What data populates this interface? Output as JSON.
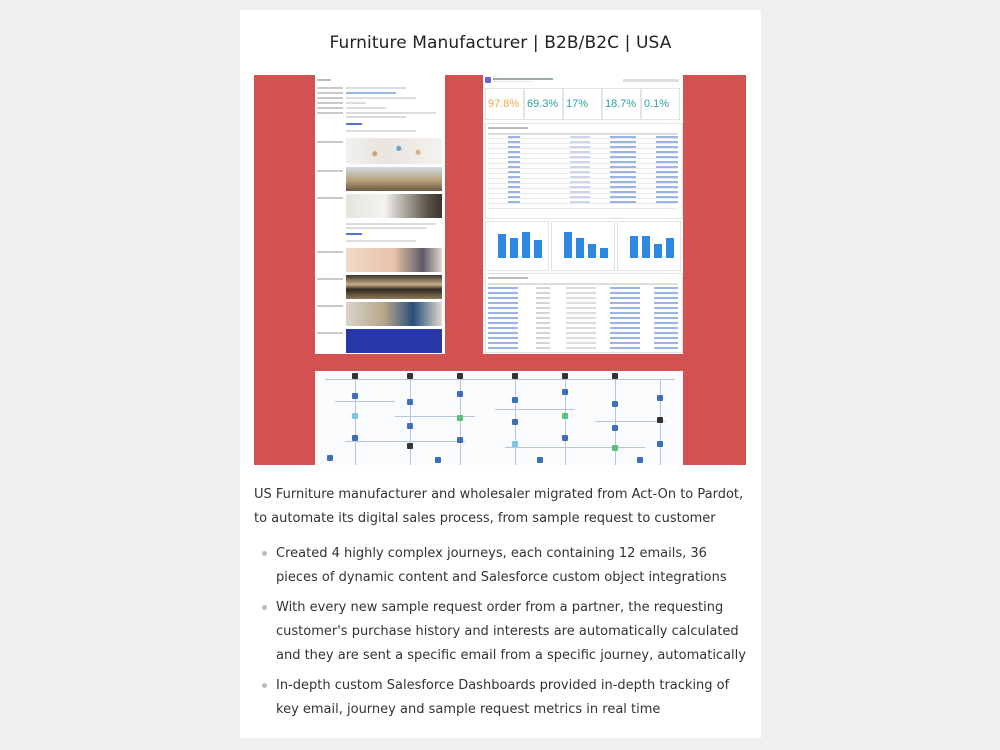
{
  "page": {
    "title": "Furniture Manufacturer | B2B/B2C | USA",
    "description": "US Furniture manufacturer and wholesaler migrated from Act-On to Pardot, to automate its digital sales process, from sample request to customer",
    "bullets": [
      "Created 4 highly complex journeys, each containing 12 emails, 36 pieces of dynamic content and Salesforce custom object integrations",
      "With every new sample request order from a partner, the requesting customer's purchase history and interests are automatically calculated and they are sent a specific email from a specific journey, automatically",
      "In-depth custom Salesforce Dashboards provided in-depth tracking of key email, journey and sample request metrics in real time"
    ]
  },
  "hero": {
    "background": "#d45151",
    "dashboard_kpis": [
      {
        "value": "97.8%",
        "color": "#f3a83c"
      },
      {
        "value": "69.3%",
        "color": "#2aa3a0"
      },
      {
        "value": "17%",
        "color": "#2aa3a0"
      },
      {
        "value": "18.7%",
        "color": "#2aa3a0"
      },
      {
        "value": "0.1%",
        "color": "#2aa3a0"
      }
    ],
    "bar_color": "#2f88e0"
  }
}
